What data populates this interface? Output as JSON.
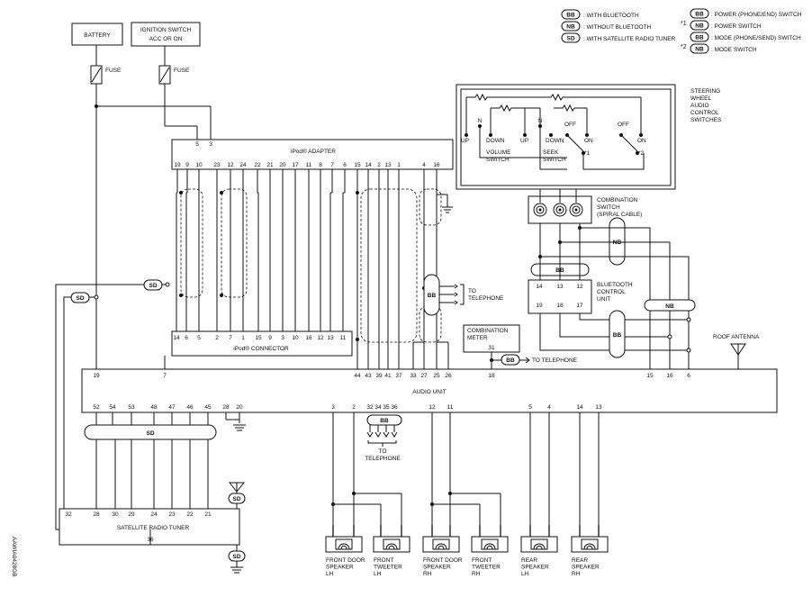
{
  "legend": {
    "bb": {
      "tag": "BB",
      "text": ": WITH BLUETOOTH"
    },
    "nb": {
      "tag": "NB",
      "text": ": WITHOUT BLUETOOTH"
    },
    "sd": {
      "tag": "SD",
      "text": ": WITH SATELLITE RADIO TUNER"
    },
    "star1": {
      "mark": "*1",
      "bb_text": ": POWER (PHONE/END) SWITCH",
      "nb_text": ": POWER SWITCH"
    },
    "star2": {
      "mark": "*2",
      "bb_text": ": MODE (PHONE/SEND) SWITCH",
      "nb_text": ": MODE SWITCH"
    }
  },
  "components": {
    "battery": "BATTERY",
    "ignition_l1": "IGNITION SWITCH",
    "ignition_l2": "ACC OR ON",
    "fuse": "FUSE",
    "ipod_adapter": "iPod® ADAPTER",
    "ipod_connector": "iPod® CONNECTOR",
    "steering_l1": "STEERING",
    "steering_l2": "WHEEL",
    "steering_l3": "AUDIO",
    "steering_l4": "CONTROL",
    "steering_l5": "SWITCHES",
    "volume_l1": "VOLUME",
    "volume_l2": "SWITCH",
    "seek_l1": "SEEK",
    "seek_l2": "SWITCH",
    "up": "UP",
    "down": "DOWN",
    "n": "N",
    "off": "OFF",
    "on": "ON",
    "star1": "*1",
    "star2": "*2",
    "combo_switch_l1": "COMBINATION",
    "combo_switch_l2": "SWITCH",
    "combo_switch_l3": "(SPIRAL CABLE)",
    "bt_l1": "BLUETOOTH",
    "bt_l2": "CONTROL",
    "bt_l3": "UNIT",
    "combo_meter_l1": "COMBINATION",
    "combo_meter_l2": "METER",
    "to_telephone": "TO",
    "telephone": "TELEPHONE",
    "to_telephone_inline": "TO TELEPHONE",
    "roof_antenna": "ROOF ANTENNA",
    "audio_unit": "AUDIO UNIT",
    "sat_tuner": "SATELLITE RADIO TUNER",
    "spk_fd_lh": [
      "FRONT DOOR",
      "SPEAKER",
      "LH"
    ],
    "spk_ft_lh": [
      "FRONT",
      "TWEETER",
      "LH"
    ],
    "spk_fd_rh": [
      "FRONT DOOR",
      "SPEAKER",
      "RH"
    ],
    "spk_ft_rh": [
      "FRONT",
      "TWEETER",
      "RH"
    ],
    "spk_r_lh": [
      "REAR",
      "SPEAKER",
      "LH"
    ],
    "spk_r_rh": [
      "REAR",
      "SPEAKER",
      "RH"
    ],
    "side_code": "AAWIA0428GB"
  },
  "tags": {
    "sd": "SD",
    "bb": "BB",
    "nb": "NB"
  },
  "pins": {
    "adapter_top": [
      "5",
      "3"
    ],
    "adapter": [
      "19",
      "9",
      "10",
      "23",
      "12",
      "24",
      "22",
      "21",
      "20",
      "17",
      "11",
      "8",
      "7",
      "6",
      "15",
      "14",
      "2",
      "13",
      "1",
      "4",
      "16"
    ],
    "connector": [
      "14",
      "6",
      "5",
      "2",
      "7",
      "1",
      "15",
      "9",
      "3",
      "10",
      "16",
      "12",
      "13",
      "11"
    ],
    "bt_top": [
      "14",
      "13",
      "12"
    ],
    "bt_bottom": [
      "19",
      "18",
      "17"
    ],
    "meter": "31",
    "audio_top": [
      "19",
      "7",
      "44",
      "43",
      "39",
      "41",
      "37",
      "33",
      "27",
      "25",
      "26",
      "18",
      "15",
      "16",
      "6"
    ],
    "audio_bottom": [
      "52",
      "54",
      "53",
      "48",
      "47",
      "46",
      "45",
      "28",
      "20",
      "3",
      "2",
      "32",
      "34",
      "35",
      "36",
      "12",
      "11",
      "5",
      "4",
      "14",
      "13"
    ],
    "sat_top": [
      "32",
      "28",
      "30",
      "29",
      "24",
      "23",
      "22",
      "21"
    ],
    "sat_bottom": "36"
  }
}
